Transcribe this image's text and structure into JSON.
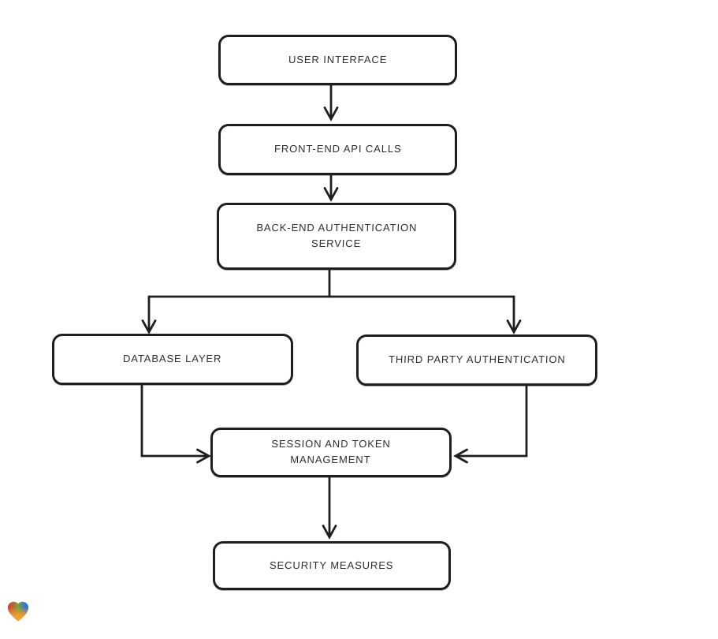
{
  "diagram": {
    "type": "flowchart",
    "nodes": [
      {
        "id": "user-interface",
        "label": "USER INTERFACE"
      },
      {
        "id": "front-end-api-calls",
        "label": "FRONT-END API CALLS"
      },
      {
        "id": "back-end-authentication-service",
        "label": "BACK-END AUTHENTICATION\nSERVICE"
      },
      {
        "id": "database-layer",
        "label": "DATABASE LAYER"
      },
      {
        "id": "third-party-authentication",
        "label": "THIRD PARTY AUTHENTICATION"
      },
      {
        "id": "session-and-token-management",
        "label": "SESSION AND TOKEN\nMANAGEMENT"
      },
      {
        "id": "security-measures",
        "label": "SECURITY MEASURES"
      }
    ],
    "edges": [
      {
        "from": "user-interface",
        "to": "front-end-api-calls"
      },
      {
        "from": "front-end-api-calls",
        "to": "back-end-authentication-service"
      },
      {
        "from": "back-end-authentication-service",
        "to": "database-layer"
      },
      {
        "from": "back-end-authentication-service",
        "to": "third-party-authentication"
      },
      {
        "from": "database-layer",
        "to": "session-and-token-management"
      },
      {
        "from": "third-party-authentication",
        "to": "session-and-token-management"
      },
      {
        "from": "session-and-token-management",
        "to": "security-measures"
      }
    ],
    "colors": {
      "background": "#ffffff",
      "stroke": "#1e1e1e",
      "node_fill": "#ffffff",
      "text": "#2e2e2e"
    },
    "logo": {
      "name": "heart-logo",
      "colors": {
        "red": "#e8312a",
        "green": "#7aa03c",
        "blue": "#3177d8",
        "orange": "#f59d2e"
      }
    }
  }
}
